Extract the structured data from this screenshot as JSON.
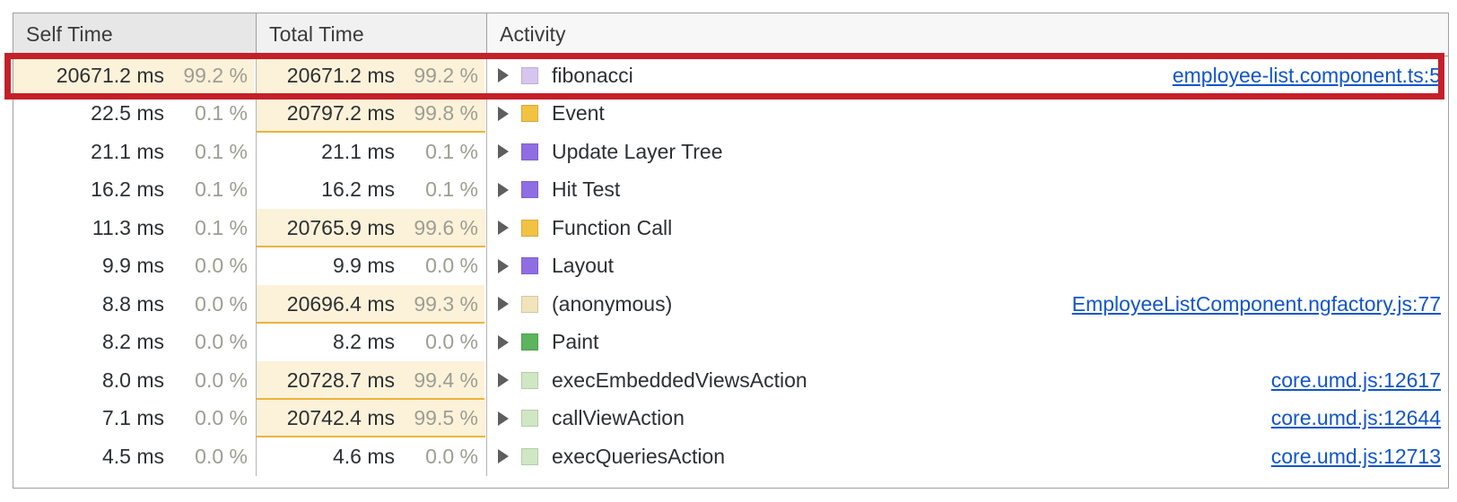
{
  "table": {
    "columns": [
      {
        "key": "self_time",
        "label": "Self Time"
      },
      {
        "key": "total_time",
        "label": "Total Time"
      },
      {
        "key": "activity",
        "label": "Activity"
      }
    ],
    "rows": [
      {
        "self_ms": "20671.2 ms",
        "self_pct": "99.2 %",
        "self_bar_pct": 99.2,
        "total_ms": "20671.2 ms",
        "total_pct": "99.2 %",
        "total_bar_pct": 99.2,
        "activity": "fibonacci",
        "swatch_color": "#d6c6ef",
        "link": "employee-list.component.ts:5",
        "highlighted": true
      },
      {
        "self_ms": "22.5 ms",
        "self_pct": "0.1 %",
        "self_bar_pct": 0.1,
        "total_ms": "20797.2 ms",
        "total_pct": "99.8 %",
        "total_bar_pct": 99.8,
        "activity": "Event",
        "swatch_color": "#f2c243",
        "link": "",
        "highlighted": false
      },
      {
        "self_ms": "21.1 ms",
        "self_pct": "0.1 %",
        "self_bar_pct": 0.1,
        "total_ms": "21.1 ms",
        "total_pct": "0.1 %",
        "total_bar_pct": 0.1,
        "activity": "Update Layer Tree",
        "swatch_color": "#8f6ee4",
        "link": "",
        "highlighted": false
      },
      {
        "self_ms": "16.2 ms",
        "self_pct": "0.1 %",
        "self_bar_pct": 0.1,
        "total_ms": "16.2 ms",
        "total_pct": "0.1 %",
        "total_bar_pct": 0.1,
        "activity": "Hit Test",
        "swatch_color": "#8f6ee4",
        "link": "",
        "highlighted": false
      },
      {
        "self_ms": "11.3 ms",
        "self_pct": "0.1 %",
        "self_bar_pct": 0.1,
        "total_ms": "20765.9 ms",
        "total_pct": "99.6 %",
        "total_bar_pct": 99.6,
        "activity": "Function Call",
        "swatch_color": "#f2c243",
        "link": "",
        "highlighted": false
      },
      {
        "self_ms": "9.9 ms",
        "self_pct": "0.0 %",
        "self_bar_pct": 0,
        "total_ms": "9.9 ms",
        "total_pct": "0.0 %",
        "total_bar_pct": 0,
        "activity": "Layout",
        "swatch_color": "#8f6ee4",
        "link": "",
        "highlighted": false
      },
      {
        "self_ms": "8.8 ms",
        "self_pct": "0.0 %",
        "self_bar_pct": 0,
        "total_ms": "20696.4 ms",
        "total_pct": "99.3 %",
        "total_bar_pct": 99.3,
        "activity": "(anonymous)",
        "swatch_color": "#f1e4bc",
        "link": "EmployeeListComponent.ngfactory.js:77",
        "highlighted": false
      },
      {
        "self_ms": "8.2 ms",
        "self_pct": "0.0 %",
        "self_bar_pct": 0,
        "total_ms": "8.2 ms",
        "total_pct": "0.0 %",
        "total_bar_pct": 0,
        "activity": "Paint",
        "swatch_color": "#5cb45c",
        "link": "",
        "highlighted": false
      },
      {
        "self_ms": "8.0 ms",
        "self_pct": "0.0 %",
        "self_bar_pct": 0,
        "total_ms": "20728.7 ms",
        "total_pct": "99.4 %",
        "total_bar_pct": 99.4,
        "activity": "execEmbeddedViewsAction",
        "swatch_color": "#cfe8c3",
        "link": "core.umd.js:12617",
        "highlighted": false
      },
      {
        "self_ms": "7.1 ms",
        "self_pct": "0.0 %",
        "self_bar_pct": 0,
        "total_ms": "20742.4 ms",
        "total_pct": "99.5 %",
        "total_bar_pct": 99.5,
        "activity": "callViewAction",
        "swatch_color": "#cfe8c3",
        "link": "core.umd.js:12644",
        "highlighted": false
      },
      {
        "self_ms": "4.5 ms",
        "self_pct": "0.0 %",
        "self_bar_pct": 0,
        "total_ms": "4.6 ms",
        "total_pct": "0.0 %",
        "total_bar_pct": 0,
        "activity": "execQueriesAction",
        "swatch_color": "#cfe8c3",
        "link": "core.umd.js:12713",
        "highlighted": false
      }
    ]
  },
  "annotation": {
    "highlight_color": "#c4202a",
    "highlight_row_index": 0
  },
  "icons": {
    "expand": "expand-triangle-icon",
    "swatch": "category-color-swatch"
  }
}
